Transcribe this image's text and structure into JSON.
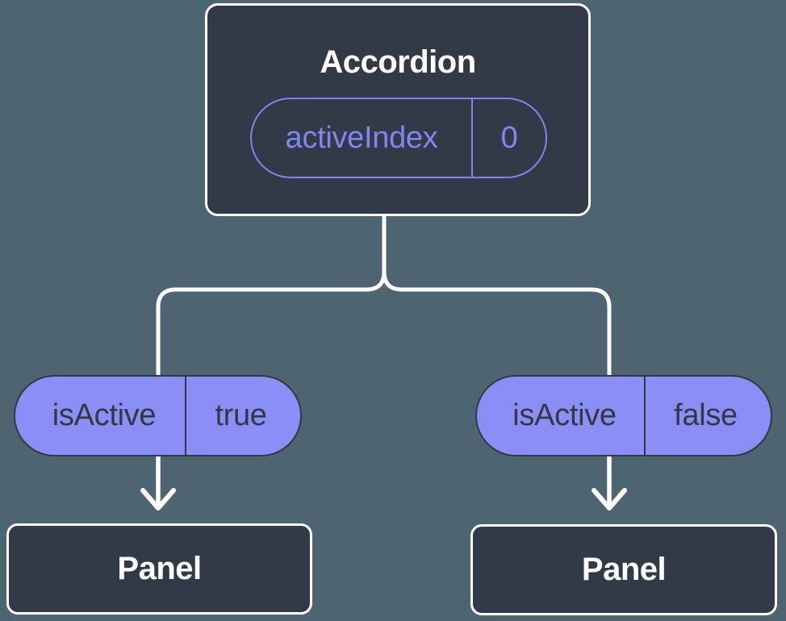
{
  "diagram": {
    "root": {
      "title": "Accordion",
      "state": {
        "name": "activeIndex",
        "value": "0"
      }
    },
    "children": [
      {
        "prop": {
          "name": "isActive",
          "value": "true"
        },
        "title": "Panel"
      },
      {
        "prop": {
          "name": "isActive",
          "value": "false"
        },
        "title": "Panel"
      }
    ]
  },
  "colors": {
    "background": "#4d6570",
    "node_bg": "#333a47",
    "node_border": "#ffffff",
    "pill_fill": "#8b8ef4",
    "pill_dark": "#323844",
    "accent_purple": "#8085f0",
    "connector": "#ffffff"
  }
}
